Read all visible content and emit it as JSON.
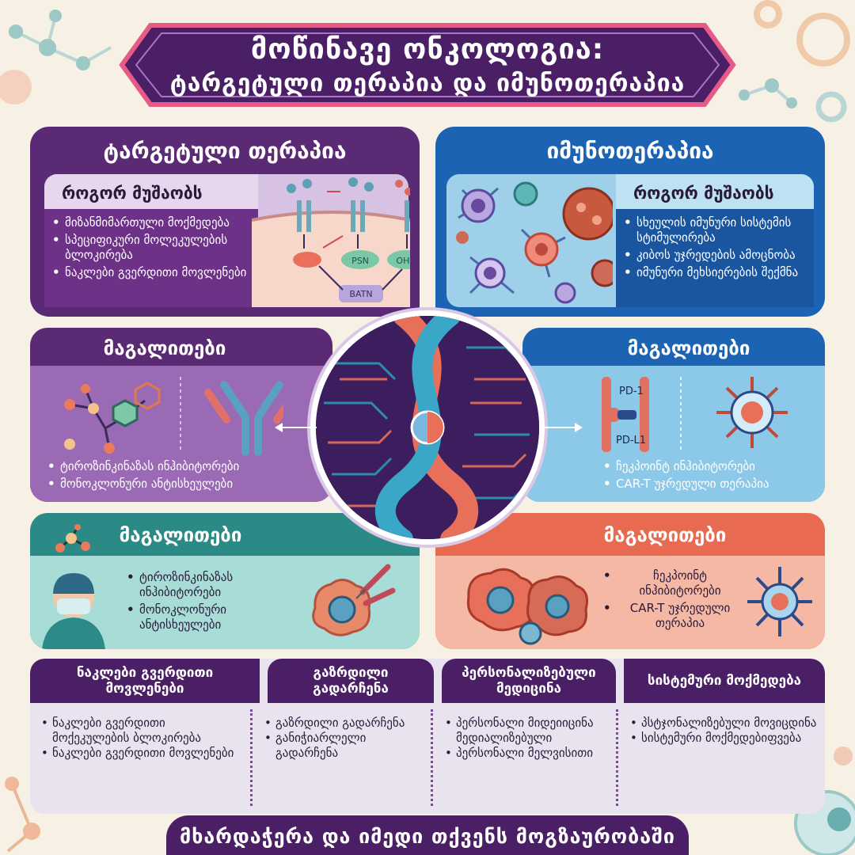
{
  "title": {
    "line1": "მოწინავე ონკოლოგია:",
    "line2": "ტარგეტული თერაპია და იმუნოთერაპია"
  },
  "targeted": {
    "heading": "ტარგეტული თერაპია",
    "how_label": "როგორ მუშაობს",
    "how_items": [
      "მიზანმიმართული მოქმედება",
      "სპეციფიკური მოლეკულების ბლოკირება",
      "ნაკლები გვერდითი მოვლენები"
    ],
    "diagram_labels": [
      "PSN",
      "OHN",
      "BATN"
    ],
    "examples_label": "მაგალითები",
    "examples_items": [
      "ტიროზინკინაზას ინჰიბიტორები",
      "მონოკლონური ანტისხეულები"
    ]
  },
  "immuno": {
    "heading": "იმუნოთერაპია",
    "how_label": "როგორ მუშაობს",
    "how_items": [
      "სხეულის იმუნური სისტემის სტიმულირება",
      "კიბოს უჯრედების ამოცნობა",
      "იმუნური მეხსიერების შექმნა"
    ],
    "examples_label": "მაგალითები",
    "diagram_labels": [
      "PD-1",
      "PD-L1"
    ],
    "examples_items": [
      "ჩეკპოინტ ინჰიბიტორები",
      "CAR-T უჯრედული თერაპია"
    ]
  },
  "teal_panel": {
    "label": "მაგალითები",
    "items": [
      "ტიროზინკინაზას ინჰიბიტორები",
      "მონოკლონური ანტისხეულები"
    ]
  },
  "orange_panel": {
    "label": "მაგალითები",
    "items": [
      "ჩეკპოინტ ინჰიბიტორები",
      "CAR-T უჯრედული თერაპია"
    ]
  },
  "bottom": {
    "columns": [
      {
        "heading": "ნაკლები გვერდითი მოვლენები",
        "items": [
          "ნაკლები გვერდითი მოქეკულების ბლოკირება",
          "ნაკლები გვერდითი მოვლენები"
        ]
      },
      {
        "heading": "გაზრდილი გადარჩენა",
        "items": [
          "გაზრდილი გადარჩენა",
          "განიჭიარლელი გადარჩენა"
        ]
      },
      {
        "heading": "პერსონალიზებული მედიცინა",
        "items": [
          "პერსონალი მიდეიიცინა მედიალიზებული",
          "პერსონალი მელვისითი"
        ]
      },
      {
        "heading": "სისტემური მოქმედება",
        "items": [
          "პსტჯონალიზებული მოვიცდინა",
          "სისტემური მოქმედებიფვება"
        ]
      }
    ]
  },
  "footer": "მხარდაჭერა და იმედი თქვენს მოგზაურობაში",
  "colors": {
    "purple": "#5b2a74",
    "blue": "#1d63b4",
    "teal": "#2c8a86",
    "orange": "#e86a51",
    "background": "#f7f0e4"
  }
}
